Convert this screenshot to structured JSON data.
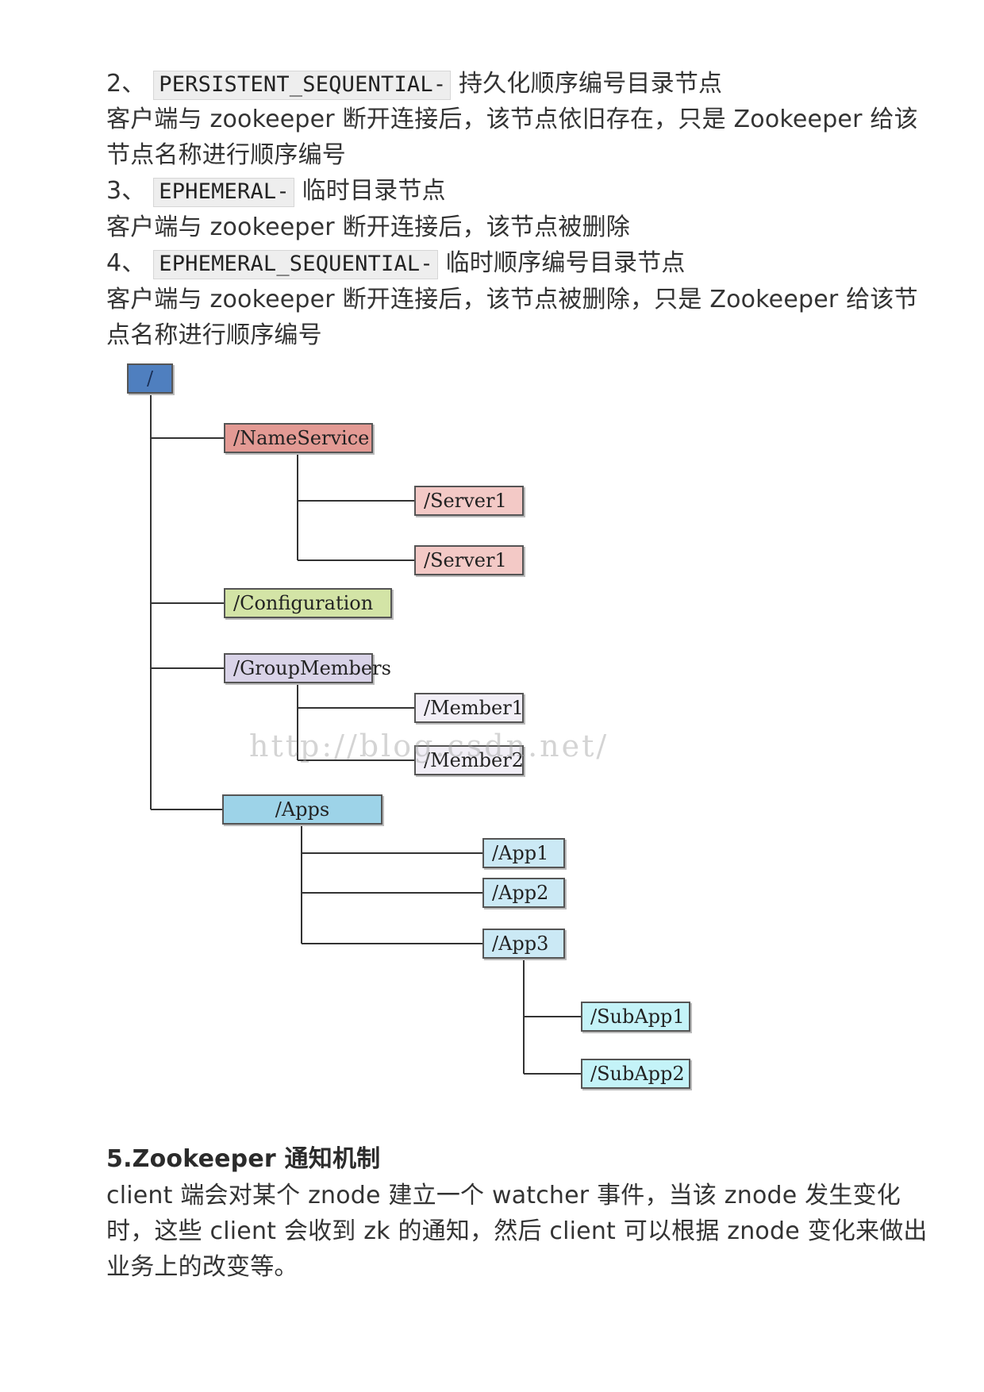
{
  "items": [
    {
      "num": "2、",
      "code": "PERSISTENT_SEQUENTIAL-",
      "title": "持久化顺序编号目录节点"
    },
    {
      "num": "3、",
      "code": "EPHEMERAL-",
      "title": "临时目录节点"
    },
    {
      "num": "4、",
      "code": "EPHEMERAL_SEQUENTIAL-",
      "title": "临时顺序编号目录节点"
    }
  ],
  "desc": {
    "p2_line1": "客户端与 zookeeper 断开连接后，该节点依旧存在，只是 Zookeeper 给该",
    "p2_line2": "节点名称进行顺序编号",
    "p3_line1": "客户端与 zookeeper 断开连接后，该节点被删除",
    "p4_line1": "客户端与 zookeeper 断开连接后，该节点被删除，只是 Zookeeper 给该节",
    "p4_line2": "点名称进行顺序编号"
  },
  "diagram": {
    "root": "/",
    "nodes": {
      "nameservice": "/NameService",
      "server1a": "/Server1",
      "server1b": "/Server1",
      "configuration": "/Configuration",
      "groupmembers": "/GroupMembers",
      "member1": "/Member1",
      "member2": "/Member2",
      "apps": "/Apps",
      "app1": "/App1",
      "app2": "/App2",
      "app3": "/App3",
      "subapp1": "/SubApp1",
      "subapp2": "/SubApp2"
    },
    "watermark": "http://blog.csdn.net/",
    "colors": {
      "root": "#4f7fbf",
      "nameservice": "#e39a94",
      "server": "#f3c9c6",
      "configuration": "#d3e4a6",
      "groupmembers": "#d9d3e8",
      "member": "#f1eef6",
      "apps": "#9dd3e8",
      "app": "#cbe9f5",
      "subapp": "#c4f3f8"
    }
  },
  "section5": {
    "heading": "5.Zookeeper 通知机制",
    "line1": "client 端会对某个 znode 建立一个 watcher 事件，当该 znode 发生变化",
    "line2": "时，这些 client 会收到 zk 的通知，然后 client 可以根据 znode 变化来做出",
    "line3": "业务上的改变等。"
  }
}
